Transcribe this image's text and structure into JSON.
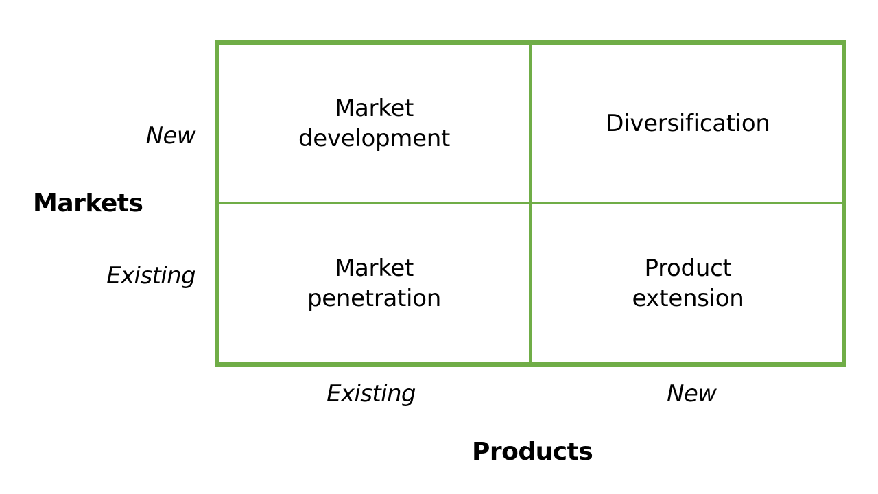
{
  "colors": {
    "grid": "#70ad47",
    "text": "#000000",
    "background": "#ffffff"
  },
  "axes": {
    "y_title": "Markets",
    "x_title": "Products",
    "y_ticks": {
      "top": "New",
      "bottom": "Existing"
    },
    "x_ticks": {
      "left": "Existing",
      "right": "New"
    }
  },
  "cells": {
    "top_left": "Market development",
    "top_right": "Diversification",
    "bottom_left": "Market penetration",
    "bottom_right": "Product extension"
  }
}
